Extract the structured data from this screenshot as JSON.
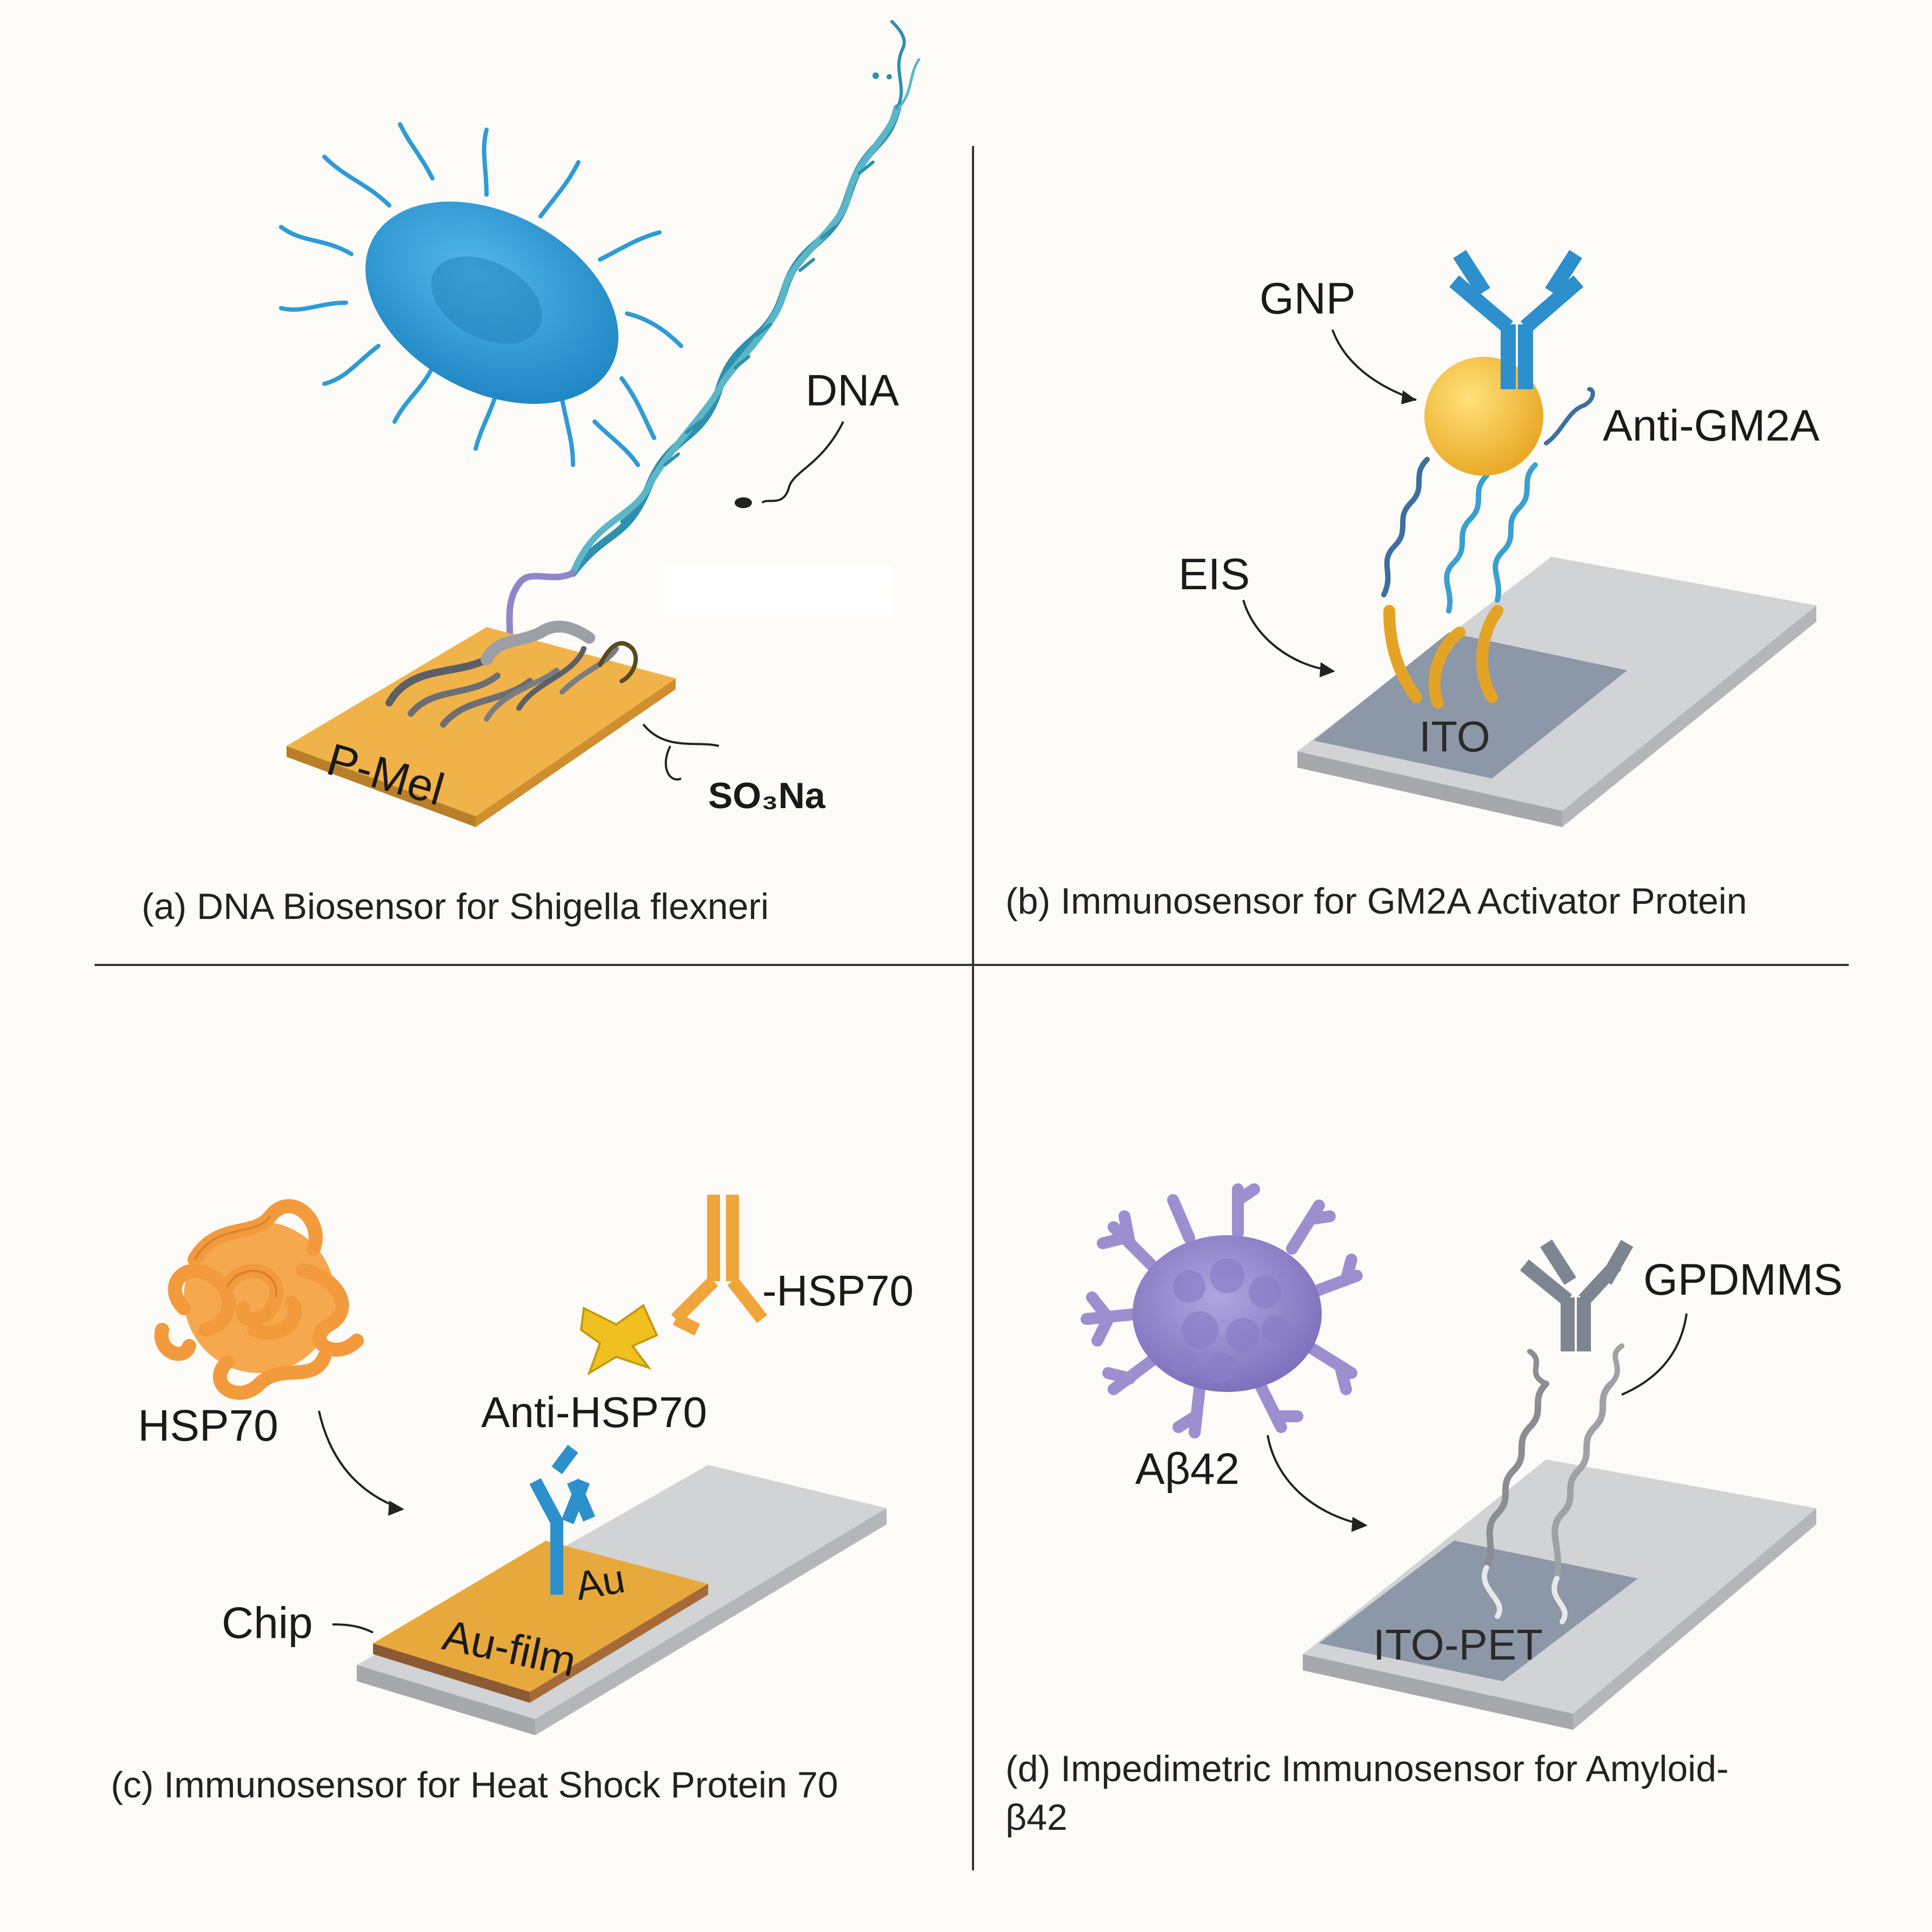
{
  "panels": {
    "a": {
      "caption": "(a) DNA Biosensor for Shigella flexneri",
      "labels": {
        "dna": "DNA",
        "substrate": "P-Mel",
        "group": "SO₃Na"
      }
    },
    "b": {
      "caption": "(b) Immunosensor for GM2A Activator Protein",
      "labels": {
        "gnp": "GNP",
        "antibody": "Anti-GM2A",
        "eis": "EIS",
        "electrode": "ITO"
      }
    },
    "c": {
      "caption": "(c) Immunosensor for Heat Shock Protein 70",
      "labels": {
        "protein": "HSP70",
        "antibody": "Anti-HSP70",
        "secondary": "-HSP70",
        "chip": "Chip",
        "au": "Au",
        "film": "Au-film"
      }
    },
    "d": {
      "caption_line1": "(d) Impedimetric Immunosensor for Amyloid-",
      "caption_line2": "β42",
      "labels": {
        "protein": "Aβ42",
        "linker": "GPDMMS",
        "electrode": "ITO-PET"
      }
    }
  },
  "colors": {
    "background": "#fcfbf7",
    "bacteria": "#2d9bd6",
    "dna_helix": "#2f8fae",
    "gold_substrate": "#e8a93c",
    "gold_nanoparticle": "#f2b82e",
    "antibody_blue": "#2d8fcc",
    "antibody_orange": "#f0a53a",
    "antibody_gray": "#7d8690",
    "hsp70_protein": "#f29a3c",
    "abeta42_protein": "#9b8fd0",
    "electrode_dark": "#8c97a8",
    "strip_light": "#c9cbcd"
  },
  "icons": [
    "bacteria-icon",
    "dna-helix-icon",
    "antibody-icon",
    "gold-nanoparticle-icon",
    "protein-aggregate-icon",
    "electrode-strip-icon"
  ]
}
